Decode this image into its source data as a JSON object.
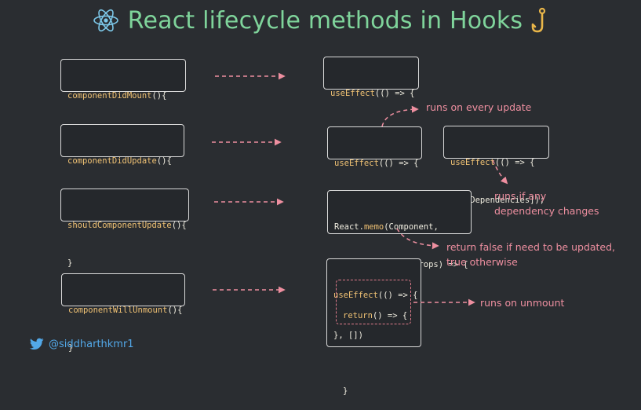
{
  "title": "React lifecycle methods in Hooks",
  "rows": [
    {
      "class_code": [
        "componentDidMount(){",
        "}"
      ],
      "hook_code": [
        "useEffect(() => {",
        "}, []);"
      ]
    },
    {
      "class_code": [
        "componentDidUpdate(){",
        "}"
      ],
      "hook_code": [
        "useEffect(() => {",
        "});"
      ],
      "hook_code_alt": [
        "useEffect(() => {",
        "}, [Dependencies]);"
      ],
      "note_every_update": "runs on every update",
      "note_dependency": [
        "runs if any",
        "dependency changes"
      ]
    },
    {
      "class_code": [
        "shouldComponentUpdate(){",
        "}"
      ],
      "hook_code": [
        "React.memo(Component,",
        "(prevProps, nextProps) => {",
        "});"
      ],
      "note": [
        "return false if need to be updated,",
        "true otherwise"
      ]
    },
    {
      "class_code": [
        "componentWillUnmount(){",
        "}"
      ],
      "hook_code_open": "useEffect(() => {",
      "hook_inner": [
        "return() => {",
        "",
        "}"
      ],
      "hook_code_close": "}, [])",
      "note": "runs on unmount"
    }
  ],
  "author": "@siddharthkmr1",
  "icons": {
    "title_left": "react-logo-icon",
    "title_right": "hook-icon",
    "author": "twitter-bird-icon"
  },
  "colors": {
    "background": "#2a2d31",
    "title": "#7fd49b",
    "accent": "#ee8fa0",
    "code_text": "#f0ede0",
    "method": "#f0c274",
    "handle": "#52a8e8"
  }
}
